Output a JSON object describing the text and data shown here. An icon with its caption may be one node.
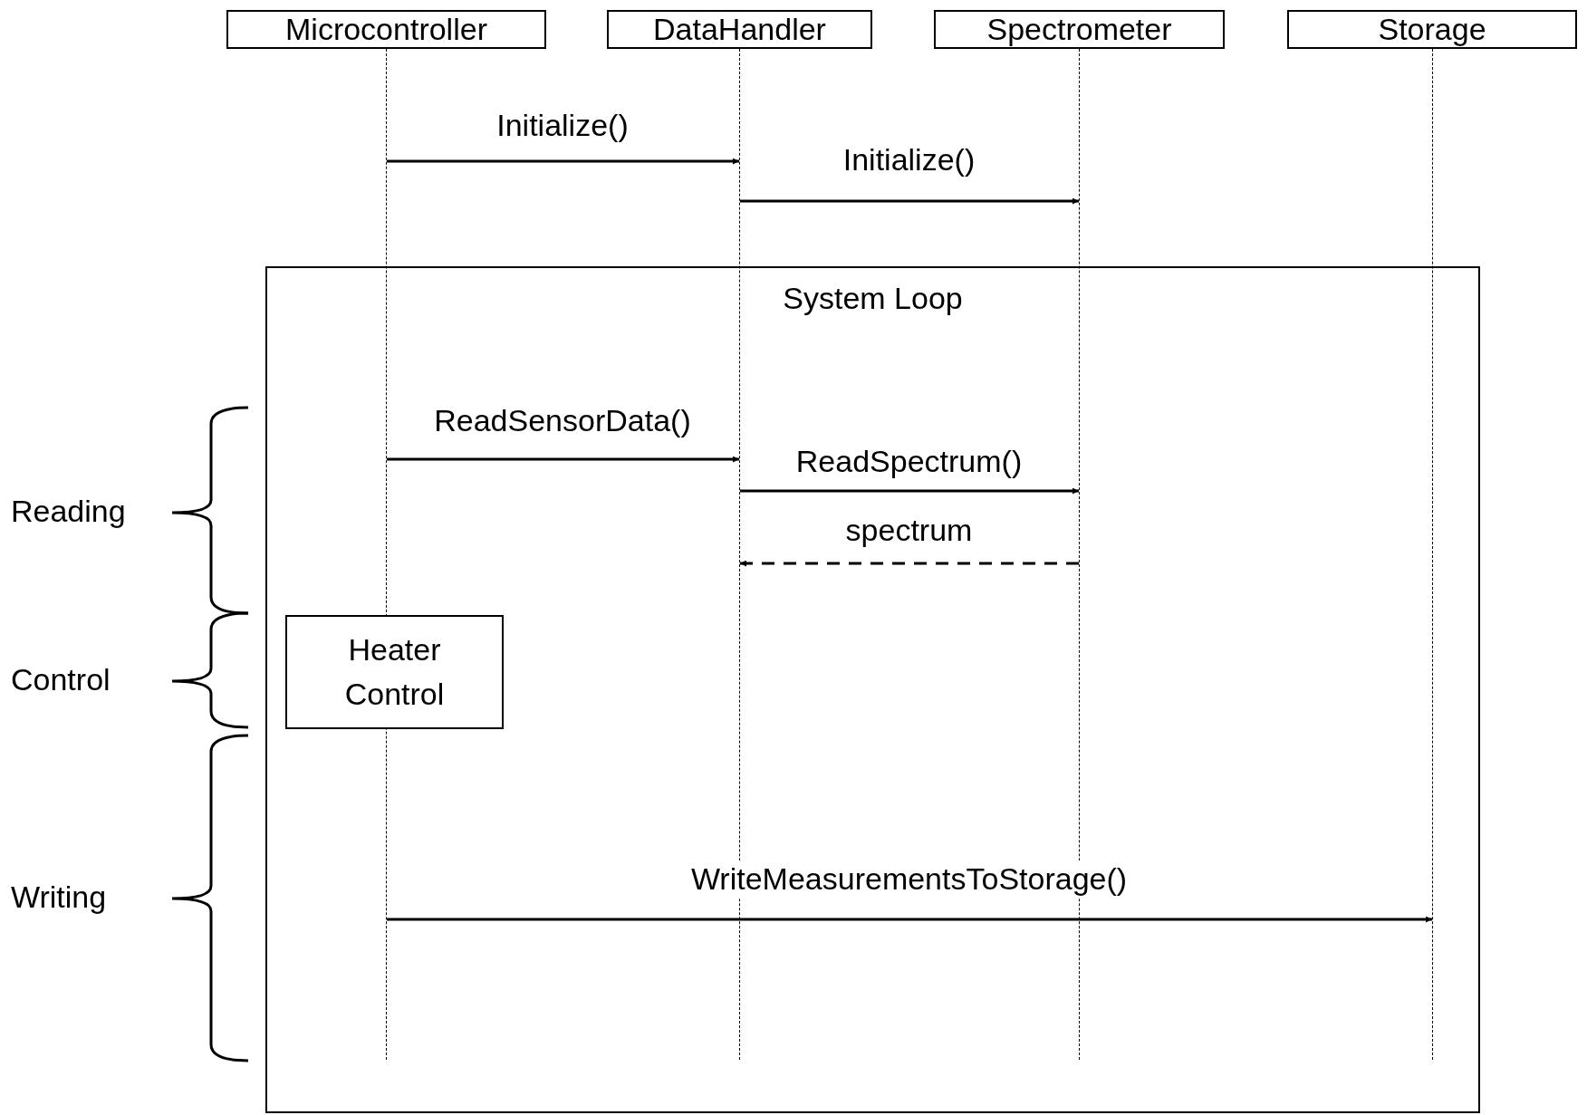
{
  "diagram": {
    "nodes": [
      {
        "text": [
          "Microcontroller"
        ]
      },
      {
        "text": [
          "DataHandler"
        ]
      },
      {
        "text": [
          "Spectrometer"
        ]
      },
      {
        "text": [
          "Storage"
        ]
      },
      {
        "text": [],
        "shape": "line"
      },
      {
        "text": [],
        "shape": "line"
      },
      {
        "text": [],
        "shape": "line"
      },
      {
        "text": [],
        "shape": "line"
      },
      {
        "text": [
          "System Loop"
        ]
      },
      {
        "text": [
          "Heater Control"
        ],
        "in": 8
      }
    ],
    "edges": [
      {
        "from": 4,
        "to": 5,
        "arrow": "to",
        "label": "Initialize()"
      },
      {
        "from": 5,
        "to": 6,
        "arrow": "to",
        "label": "Initialize()"
      },
      {
        "from": 4,
        "to": 5,
        "arrow": "to",
        "label": "ReadSensorData()"
      },
      {
        "from": 5,
        "to": 6,
        "arrow": "to",
        "label": "ReadSpectrum()"
      },
      {
        "from": 6,
        "to": 5,
        "arrow": "to",
        "label": "spectrum",
        "style": "dashed"
      },
      {
        "from": 4,
        "to": 7,
        "arrow": "to",
        "label": "WriteMeasurementsToStorage()"
      }
    ],
    "labels": [
      "Reading",
      "Control",
      "Writing"
    ]
  }
}
